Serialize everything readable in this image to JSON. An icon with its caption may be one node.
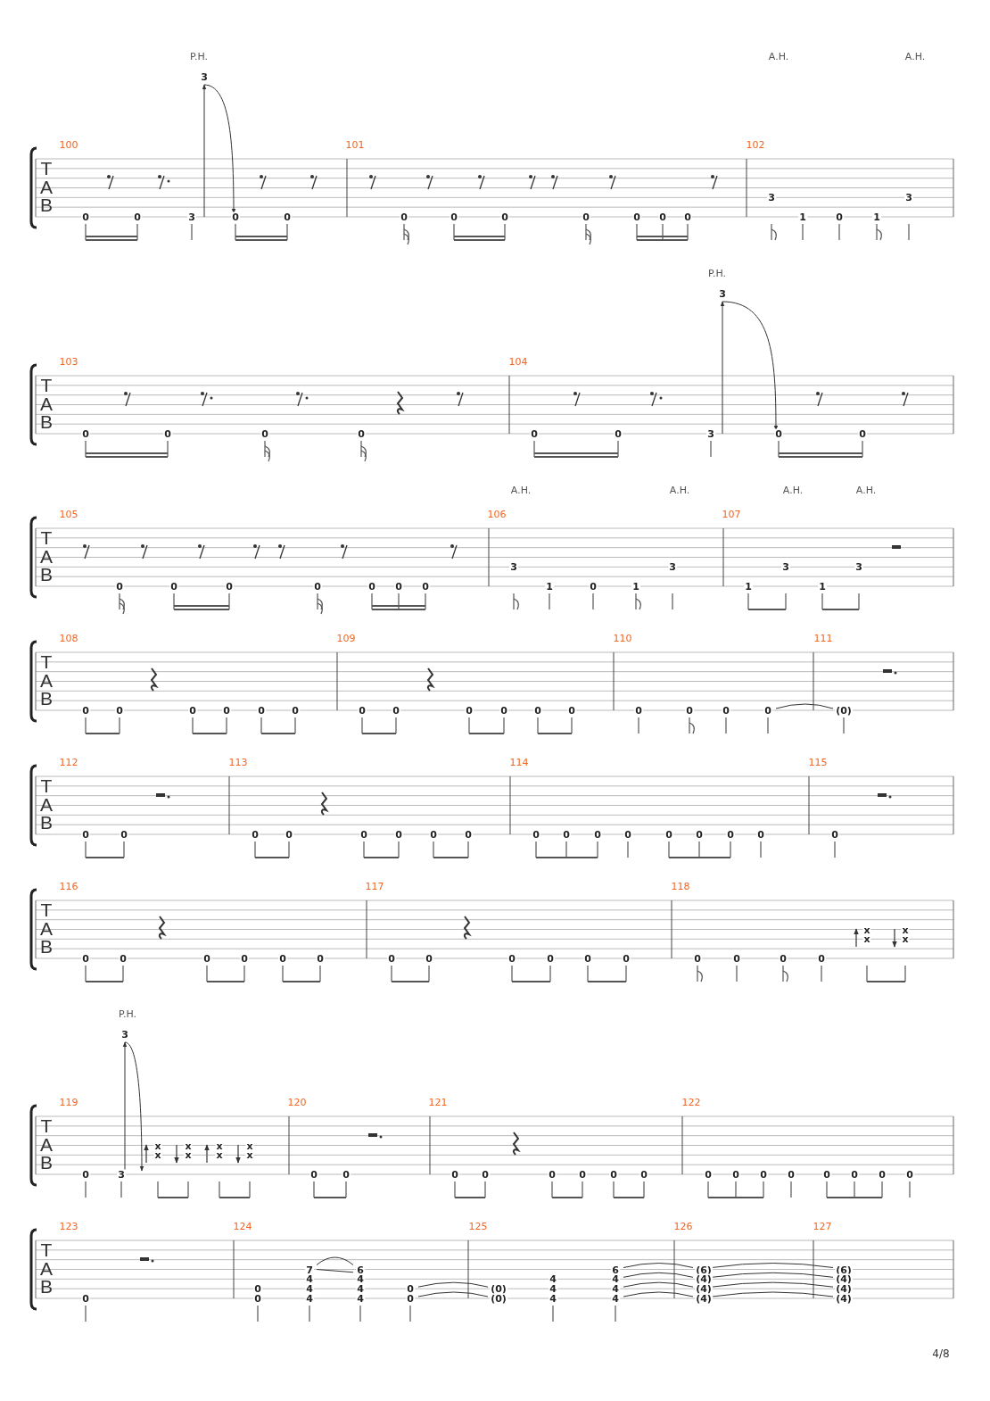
{
  "diagram": {
    "labels": [
      "P.H.",
      "3",
      "A.H.",
      "A.H.",
      "T",
      "A",
      "B",
      "100",
      "101",
      "102",
      "0",
      "0",
      "3",
      "0",
      "0",
      "0",
      "0",
      "0",
      "0",
      "0",
      "0",
      "0",
      "3",
      "1",
      "0",
      "1",
      "3",
      "P.H.",
      "3",
      "T",
      "A",
      "B",
      "103",
      "104",
      "0",
      "0",
      "0",
      "0",
      "0",
      "0",
      "3",
      "0",
      "0",
      "A.H.",
      "A.H.",
      "A.H.",
      "A.H.",
      "T",
      "A",
      "B",
      "105",
      "106",
      "107",
      "0",
      "0",
      "0",
      "0",
      "0",
      "0",
      "0",
      "3",
      "1",
      "0",
      "1",
      "3",
      "1",
      "3",
      "1",
      "3",
      "T",
      "A",
      "B",
      "108",
      "109",
      "110",
      "111",
      "0",
      "0",
      "0",
      "0",
      "0",
      "0",
      "0",
      "0",
      "0",
      "0",
      "0",
      "0",
      "0",
      "0",
      "0",
      "0",
      "(0)",
      "T",
      "A",
      "B",
      "112",
      "113",
      "114",
      "115",
      "0",
      "0",
      "0",
      "0",
      "0",
      "0",
      "0",
      "0",
      "0",
      "0",
      "0",
      "0",
      "0",
      "0",
      "0",
      "0",
      "0",
      "T",
      "A",
      "B",
      "116",
      "117",
      "118",
      "0",
      "0",
      "0",
      "0",
      "0",
      "0",
      "0",
      "0",
      "0",
      "0",
      "0",
      "0",
      "0",
      "0",
      "0",
      "0",
      "x",
      "x",
      "x",
      "x",
      "P.H.",
      "3",
      "T",
      "A",
      "B",
      "119",
      "120",
      "121",
      "122",
      "0",
      "3",
      "x",
      "x",
      "x",
      "x",
      "x",
      "x",
      "x",
      "x",
      "0",
      "0",
      "0",
      "0",
      "0",
      "0",
      "0",
      "0",
      "0",
      "0",
      "0",
      "0",
      "0",
      "0",
      "0",
      "0",
      "T",
      "A",
      "B",
      "123",
      "124",
      "125",
      "126",
      "127",
      "0",
      "0",
      "0",
      "7",
      "4",
      "4",
      "4",
      "6",
      "4",
      "4",
      "4",
      "0",
      "0",
      "(0)",
      "(0)",
      "4",
      "4",
      "4",
      "6",
      "4",
      "4",
      "4",
      "(6)",
      "(4)",
      "(4)",
      "(4)",
      "(6)",
      "(4)",
      "(4)",
      "(4)",
      "4/8"
    ]
  }
}
